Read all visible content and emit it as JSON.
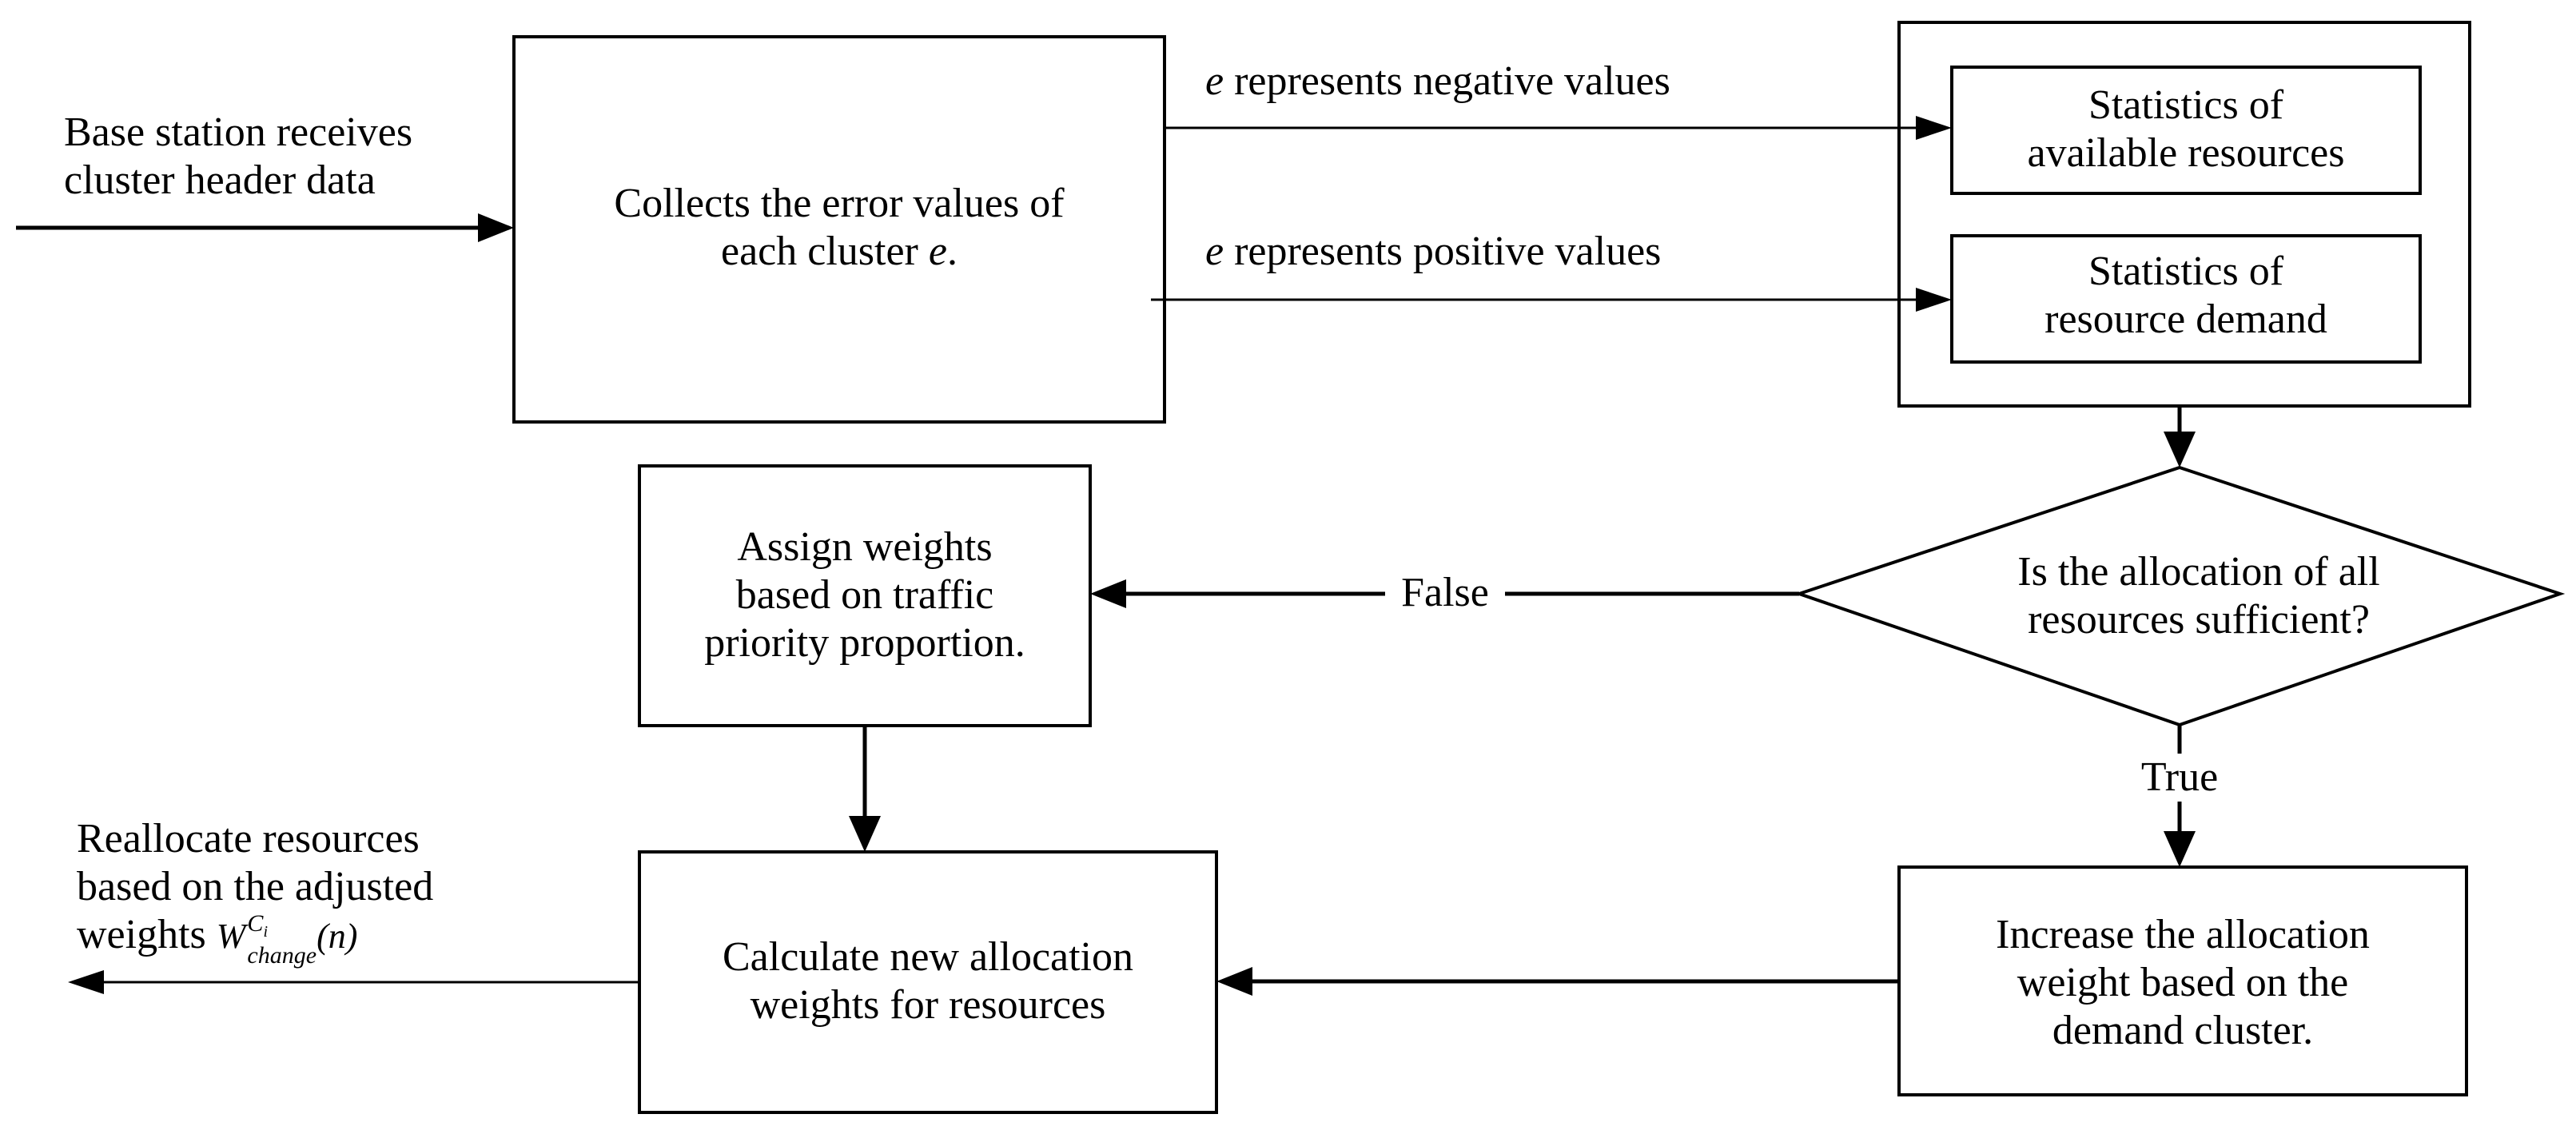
{
  "input_label": [
    "Base station receives",
    "cluster header data"
  ],
  "collect_box": [
    "Collects the error values of",
    "each cluster ",
    "e",
    "."
  ],
  "edge_negative": [
    "e",
    " represents negative values"
  ],
  "edge_positive": [
    "e",
    " represents positive values"
  ],
  "stats_available": [
    "Statistics of",
    "available resources"
  ],
  "stats_demand": [
    "Statistics of",
    "resource demand"
  ],
  "decision": [
    "Is the allocation of all",
    "resources sufficient?"
  ],
  "edge_false": "False",
  "edge_true": "True",
  "assign_box": [
    "Assign weights",
    "based on traffic",
    "priority proportion."
  ],
  "increase_box": [
    "Increase the allocation",
    "weight based on the",
    "demand cluster."
  ],
  "calculate_box": [
    "Calculate new allocation",
    "weights for resources"
  ],
  "output_label": [
    "Reallocate resources",
    "based on the adjusted",
    "weights "
  ],
  "output_formula": {
    "base": "W",
    "sup": "C",
    "sup_sub": "i",
    "sub": "change",
    "arg": "(n)"
  }
}
